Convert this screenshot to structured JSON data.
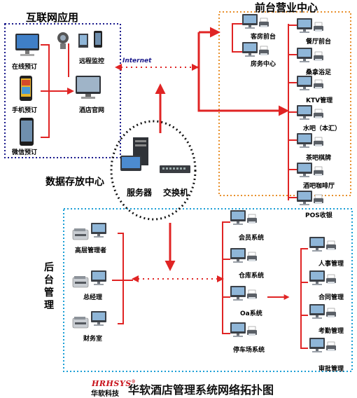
{
  "groups": {
    "internet": "互联网应用",
    "front": "前台营业中心",
    "datacenter": "数据存放中心",
    "back": [
      "后",
      "台",
      "管",
      "理"
    ]
  },
  "internet_link": "Internet",
  "internet_nodes": {
    "online": "在线预订",
    "mobile": "手机预订",
    "wechat": "微信预订",
    "monitor": "远程监控",
    "website": "酒店官网"
  },
  "core": {
    "server": "服务器",
    "switch": "交换机"
  },
  "front_nodes": {
    "reception": "客房前台",
    "housekeeping": "房务中心",
    "restaurant": "餐厅前台",
    "sauna": "桑拿浴足",
    "ktv": "KTV管理",
    "water_bar": "水吧（本汇）",
    "tea": "茶吧棋牌",
    "coffee": "酒吧咖啡厅",
    "pos": "POS收银"
  },
  "back_mgmt": {
    "senior": "高层管理者",
    "gm": "总经理",
    "finance": "财务室"
  },
  "back_systems": {
    "member": "会员系统",
    "warehouse": "仓库系统",
    "oa": "Oa系统",
    "parking": "停车场系统",
    "hr": "人事管理",
    "contract": "合同管理",
    "attendance": "考勤管理",
    "approval": "审批管理"
  },
  "footer": {
    "logo_en": "HRHSYS",
    "logo_mark": "®",
    "logo_cn": "华软科技",
    "title": "华软酒店管理系统网络拓扑图"
  },
  "colors": {
    "arrow": "#e02424",
    "internet_border": "#1a1a8c",
    "front_border": "#e8902c",
    "back_border": "#1b9fd6",
    "datacenter_border": "#111111"
  }
}
